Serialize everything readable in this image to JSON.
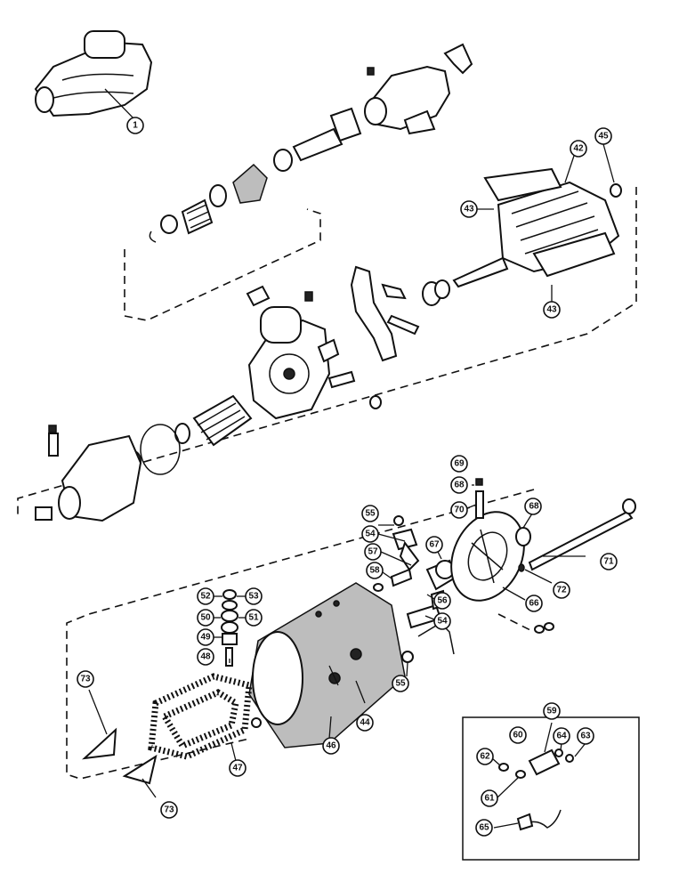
{
  "callouts": {
    "c1": "1",
    "c42": "42",
    "c43a": "43",
    "c43b": "43",
    "c44": "44",
    "c45": "45",
    "c46": "46",
    "c47": "47",
    "c48": "48",
    "c49": "49",
    "c50": "50",
    "c51": "51",
    "c52": "52",
    "c53": "53",
    "c54a": "54",
    "c54b": "54",
    "c55a": "55",
    "c55b": "55",
    "c56": "56",
    "c57": "57",
    "c58": "58",
    "c59": "59",
    "c60": "60",
    "c61": "61",
    "c62": "62",
    "c63": "63",
    "c64": "64",
    "c65": "65",
    "c66": "66",
    "c67": "67",
    "c68a": "68",
    "c68b": "68",
    "c69": "69",
    "c70": "70",
    "c71": "71",
    "c72": "72",
    "c73a": "73",
    "c73b": "73"
  }
}
